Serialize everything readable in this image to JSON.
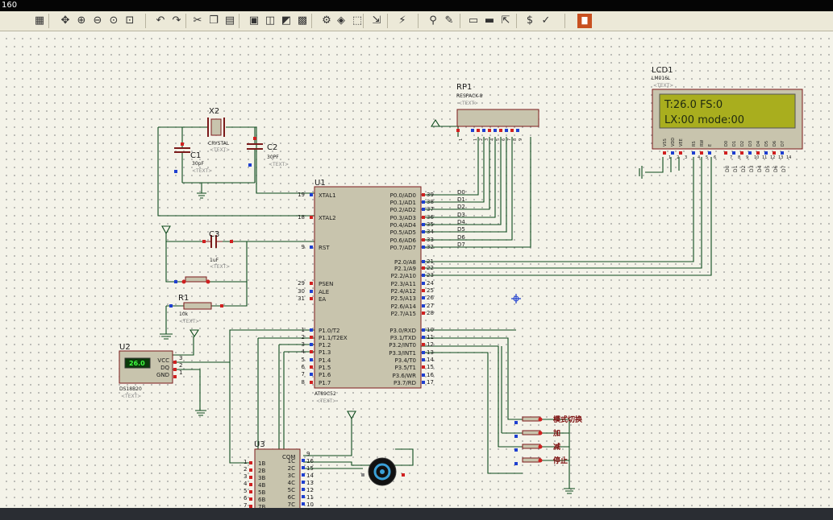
{
  "window": {
    "title": "160"
  },
  "toolbar": {
    "icons": [
      "grid-icon",
      "pan-icon",
      "zoom-in-icon",
      "zoom-out-icon",
      "zoom-all-icon",
      "zoom-area-icon",
      "undo-icon",
      "redo-icon",
      "cut-icon",
      "copy-icon",
      "paste-icon",
      "block-copy-icon",
      "block-move-icon",
      "block-rotate-icon",
      "block-delete-icon",
      "pick-device-icon",
      "make-device-icon",
      "package-tool-icon",
      "decompose-icon",
      "wire-autoroute-icon",
      "search-icon",
      "property-assign-icon",
      "new-sheet-icon",
      "remove-sheet-icon",
      "exit-sheet-icon",
      "bom-icon",
      "erc-icon",
      "ares-icon"
    ]
  },
  "schematic": {
    "x2": {
      "ref": "X2",
      "value": "CRYSTAL",
      "text": "<TEXT>"
    },
    "c1": {
      "ref": "C1",
      "value": "30pF",
      "text": "<TEXT>"
    },
    "c2": {
      "ref": "C2",
      "value": "30PF",
      "text": "<TEXT>"
    },
    "c3": {
      "ref": "C3",
      "value": "1uF",
      "text": "<TEXT>"
    },
    "r1": {
      "ref": "R1",
      "value": "10k",
      "text": "<TEXT>"
    },
    "rp1": {
      "ref": "RP1",
      "value": "RESPACK-8",
      "text": "<TEXT>"
    },
    "lcd1": {
      "ref": "LCD1",
      "value": "LM016L",
      "text": "<TEXT>",
      "line1": "T:26.0  FS:0",
      "line2": "LX:00 mode:00",
      "pins": [
        "VSS",
        "VDD",
        "VEE",
        "RS",
        "RW",
        "E",
        "D0",
        "D1",
        "D2",
        "D3",
        "D4",
        "D5",
        "D6",
        "D7"
      ],
      "pin_numbers": [
        "1",
        "2",
        "3",
        "4",
        "5",
        "6",
        "7",
        "8",
        "9",
        "10",
        "11",
        "12",
        "13",
        "14"
      ]
    },
    "u1": {
      "ref": "U1",
      "value": "AT89C52",
      "text": "<TEXT>",
      "left_pins": [
        {
          "num": "19",
          "name": "XTAL1"
        },
        {
          "num": "18",
          "name": "XTAL2"
        },
        {
          "num": "9",
          "name": "RST"
        },
        {
          "num": "29",
          "name": "PSEN"
        },
        {
          "num": "30",
          "name": "ALE"
        },
        {
          "num": "31",
          "name": "EA"
        },
        {
          "num": "1",
          "name": "P1.0/T2"
        },
        {
          "num": "2",
          "name": "P1.1/T2EX"
        },
        {
          "num": "3",
          "name": "P1.2"
        },
        {
          "num": "4",
          "name": "P1.3"
        },
        {
          "num": "5",
          "name": "P1.4"
        },
        {
          "num": "6",
          "name": "P1.5"
        },
        {
          "num": "7",
          "name": "P1.6"
        },
        {
          "num": "8",
          "name": "P1.7"
        }
      ],
      "right_pins": [
        {
          "num": "39",
          "name": "P0.0/AD0",
          "net": "D0"
        },
        {
          "num": "38",
          "name": "P0.1/AD1",
          "net": "D1"
        },
        {
          "num": "37",
          "name": "P0.2/AD2",
          "net": "D2"
        },
        {
          "num": "36",
          "name": "P0.3/AD3",
          "net": "D3"
        },
        {
          "num": "35",
          "name": "P0.4/AD4",
          "net": "D4"
        },
        {
          "num": "34",
          "name": "P0.5/AD5",
          "net": "D5"
        },
        {
          "num": "33",
          "name": "P0.6/AD6",
          "net": "D6"
        },
        {
          "num": "32",
          "name": "P0.7/AD7",
          "net": "D7"
        },
        {
          "num": "21",
          "name": "P2.0/A8",
          "net": ""
        },
        {
          "num": "22",
          "name": "P2.1/A9",
          "net": ""
        },
        {
          "num": "23",
          "name": "P2.2/A10",
          "net": ""
        },
        {
          "num": "24",
          "name": "P2.3/A11",
          "net": ""
        },
        {
          "num": "25",
          "name": "P2.4/A12",
          "net": ""
        },
        {
          "num": "26",
          "name": "P2.5/A13",
          "net": ""
        },
        {
          "num": "27",
          "name": "P2.6/A14",
          "net": ""
        },
        {
          "num": "28",
          "name": "P2.7/A15",
          "net": ""
        },
        {
          "num": "10",
          "name": "P3.0/RXD",
          "net": ""
        },
        {
          "num": "11",
          "name": "P3.1/TXD",
          "net": ""
        },
        {
          "num": "12",
          "name": "P3.2/INT0",
          "net": ""
        },
        {
          "num": "13",
          "name": "P3.3/INT1",
          "net": ""
        },
        {
          "num": "14",
          "name": "P3.4/T0",
          "net": ""
        },
        {
          "num": "15",
          "name": "P3.5/T1",
          "net": ""
        },
        {
          "num": "16",
          "name": "P3.6/WR",
          "net": ""
        },
        {
          "num": "17",
          "name": "P3.7/RD",
          "net": ""
        }
      ]
    },
    "u2": {
      "ref": "U2",
      "value": "DS18B20",
      "text": "<TEXT>",
      "display": "26.0",
      "pins": [
        {
          "num": "3",
          "name": "VCC"
        },
        {
          "num": "2",
          "name": "DQ"
        },
        {
          "num": "1",
          "name": "GND"
        }
      ]
    },
    "u3": {
      "ref": "U3",
      "com_label": "COM",
      "com_pin": "9",
      "left": [
        {
          "num": "1",
          "name": "1B"
        },
        {
          "num": "2",
          "name": "2B"
        },
        {
          "num": "3",
          "name": "3B"
        },
        {
          "num": "4",
          "name": "4B"
        },
        {
          "num": "5",
          "name": "5B"
        },
        {
          "num": "6",
          "name": "6B"
        },
        {
          "num": "7",
          "name": "7B"
        }
      ],
      "right": [
        {
          "num": "16",
          "name": "1C"
        },
        {
          "num": "15",
          "name": "2C"
        },
        {
          "num": "14",
          "name": "3C"
        },
        {
          "num": "13",
          "name": "4C"
        },
        {
          "num": "12",
          "name": "5C"
        },
        {
          "num": "11",
          "name": "6C"
        },
        {
          "num": "10",
          "name": "7C"
        }
      ]
    },
    "buttons": [
      "模式切换",
      "加",
      "减",
      "停止"
    ],
    "colors": {
      "wire": "#0c4a1c",
      "component": "#a52a2a",
      "body": "#c8c4ad",
      "lcd_bg": "#a9ae1e",
      "lcd_text": "#1f2a10",
      "pin_red": "#d02020",
      "pin_blue": "#1e3fd0"
    }
  }
}
